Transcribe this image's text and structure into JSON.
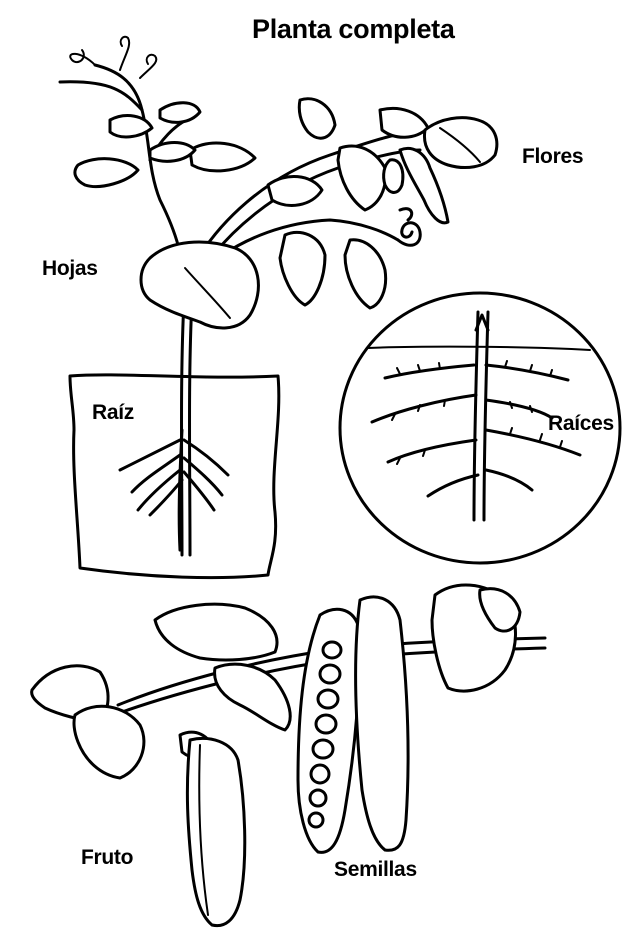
{
  "title": "Planta completa",
  "labels": {
    "flores": "Flores",
    "hojas": "Hojas",
    "raiz": "Raíz",
    "raices": "Raíces",
    "fruto": "Fruto",
    "semillas": "Semillas"
  }
}
